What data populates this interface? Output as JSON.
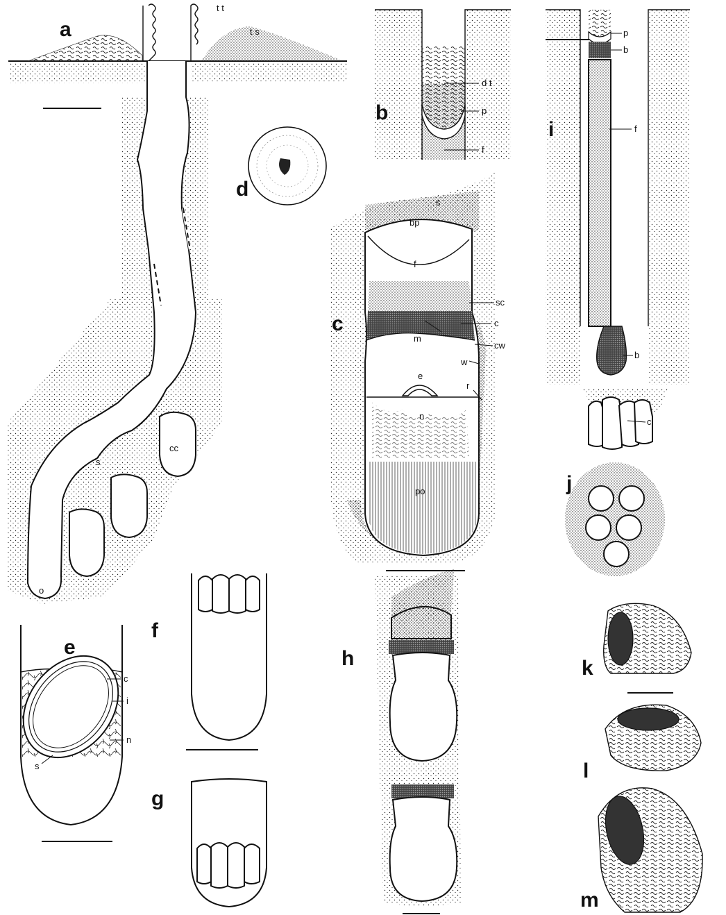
{
  "panels": {
    "a": {
      "letter": "a",
      "labels": {
        "tt": "t t",
        "ts": "t s",
        "s": "s",
        "cc": "cc",
        "o": "o"
      }
    },
    "b": {
      "letter": "b",
      "labels": {
        "dt": "d t",
        "p": "p",
        "f": "f"
      }
    },
    "c": {
      "letter": "c",
      "labels": {
        "s": "s",
        "bp": "bp",
        "f": "f",
        "sc": "sc",
        "c": "c",
        "m": "m",
        "cw": "cw",
        "w": "w",
        "e": "e",
        "r": "r",
        "n": "n",
        "po": "po"
      }
    },
    "d": {
      "letter": "d"
    },
    "e": {
      "letter": "e",
      "labels": {
        "c": "c",
        "i": "i",
        "n": "n",
        "s": "s"
      }
    },
    "f": {
      "letter": "f"
    },
    "g": {
      "letter": "g"
    },
    "h": {
      "letter": "h"
    },
    "i": {
      "letter": "i",
      "labels": {
        "p": "p",
        "b_top": "b",
        "f": "f",
        "b_bottom": "b",
        "c": "c"
      }
    },
    "j": {
      "letter": "j"
    },
    "k": {
      "letter": "k"
    },
    "l": {
      "letter": "l"
    },
    "m": {
      "letter": "m"
    }
  },
  "colors": {
    "ink": "#111111",
    "paper": "#ffffff"
  }
}
